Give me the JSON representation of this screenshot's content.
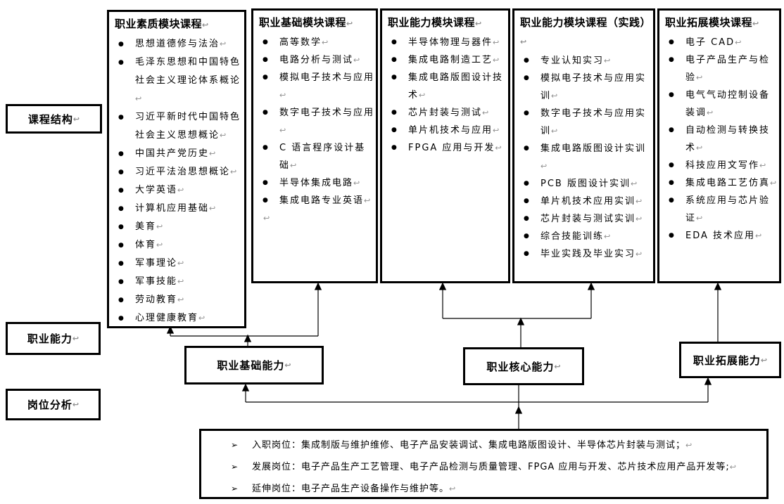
{
  "glyphs": {
    "bullet": "●",
    "arrow_bullet": "➢",
    "return_mark": "↩"
  },
  "colors": {
    "border": "#000000",
    "text": "#000000",
    "return_mark": "#8f8f8f",
    "background": "#ffffff"
  },
  "left_labels": [
    {
      "label": "课程结构"
    },
    {
      "label": "职业能力"
    },
    {
      "label": "岗位分析"
    }
  ],
  "modules": [
    {
      "title": "职业素质模块课程",
      "items": [
        "思想道德修与法治",
        "毛泽东思想和中国特色社会主义理论体系概论",
        "习近平新时代中国特色社会主义思想概论",
        "中国共产党历史",
        "习近平法治思想概论",
        "大学英语",
        "计算机应用基础",
        "美育",
        "体育",
        "军事理论",
        "军事技能",
        "劳动教育",
        "心理健康教育"
      ]
    },
    {
      "title": "职业基础模块课程",
      "items": [
        "高等数学",
        "电路分析与测试",
        "模拟电子技术与应用",
        "数字电子技术与应用",
        "C 语言程序设计基础",
        "半导体集成电路",
        "集成电路专业英语"
      ],
      "trailing_return": true
    },
    {
      "title": "职业能力模块课程",
      "items": [
        "半导体物理与器件",
        "集成电路制造工艺",
        "集成电路版图设计技术",
        "芯片封装与测试",
        "单片机技术与应用",
        "FPGA 应用与开发"
      ]
    },
    {
      "title": "职业能力模块课程（实践）",
      "items": [
        "专业认知实习",
        "模拟电子技术与应用实训",
        "数字电子技术与应用实训",
        "集成电路版图设计实训",
        "PCB 版图设计实训",
        "单片机技术应用实训",
        "芯片封装与测试实训",
        "综合技能训练",
        "毕业实践及毕业实习"
      ]
    },
    {
      "title": "职业拓展模块课程",
      "items": [
        "电子 CAD",
        "电子产品生产与检验",
        "电气气动控制设备装调",
        "自动检测与转换技术",
        "科技应用文写作",
        "集成电路工艺仿真",
        "系统应用与芯片验证",
        "EDA 技术应用"
      ]
    }
  ],
  "abilities": [
    {
      "label": "职业基础能力"
    },
    {
      "label": "职业核心能力"
    },
    {
      "label": "职业拓展能力"
    }
  ],
  "positions": {
    "lines": [
      "入职岗位：集成制版与维护维修、电子产品安装调试、集成电路版图设计、半导体芯片封装与测试；",
      "发展岗位：电子产品生产工艺管理、电子产品检测与质量管理、FPGA 应用与开发、芯片技术应用产品开发等;",
      "延伸岗位：电子产品生产设备操作与维护等。"
    ]
  }
}
